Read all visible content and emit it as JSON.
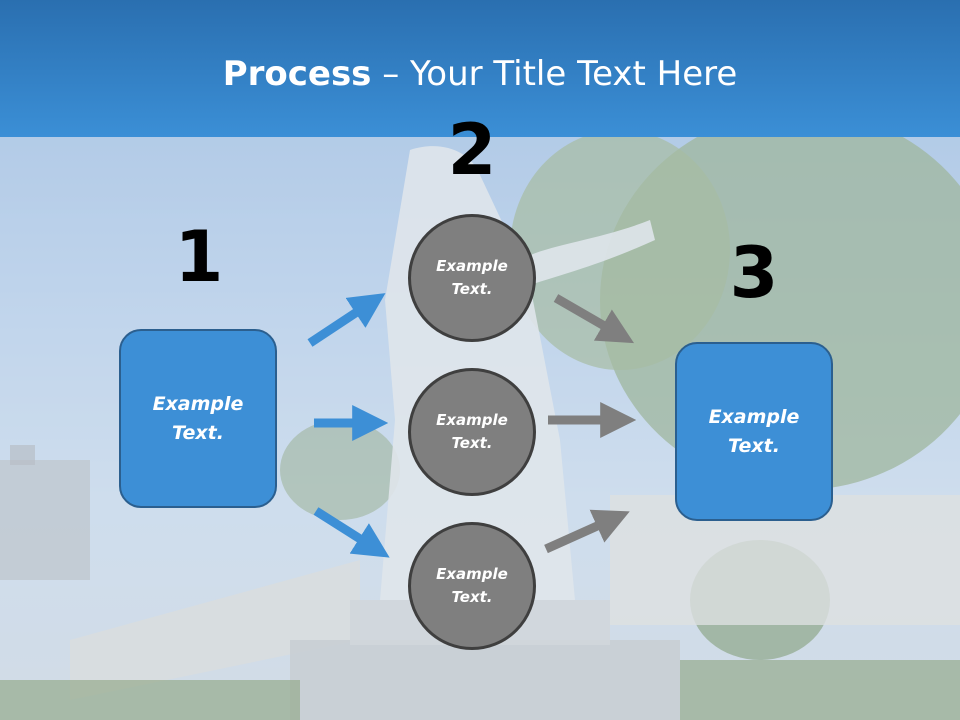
{
  "header": {
    "title_strong": "Process",
    "title_rest": " – Your Title Text Here"
  },
  "steps": {
    "step1_number": "1",
    "step2_number": "2",
    "step3_number": "3"
  },
  "nodes": {
    "left_box": "Example\nText.",
    "circle_top": "Example\nText.",
    "circle_middle": "Example\nText.",
    "circle_bottom": "Example\nText.",
    "right_box": "Example\nText."
  },
  "colors": {
    "header": "#3b8fd6",
    "box_fill": "#3d8fd6",
    "blue_arrow": "#3d8fd6",
    "circle_fill": "#7f7f7f",
    "gray_arrow": "#7f7f7f"
  }
}
